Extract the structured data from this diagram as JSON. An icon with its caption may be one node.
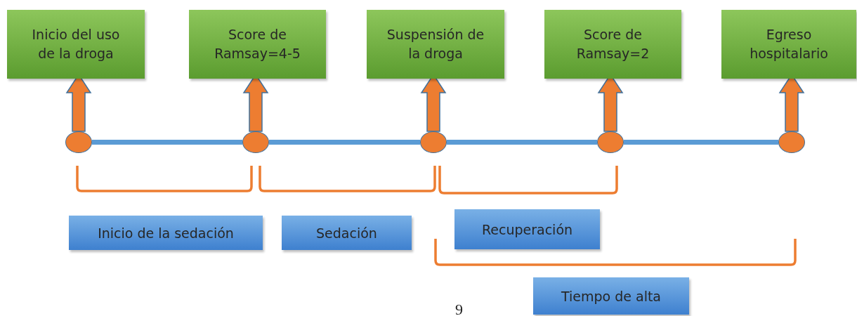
{
  "diagram": {
    "nodes": [
      {
        "text": [
          "Inicio del uso de la droga"
        ]
      },
      {
        "text": [
          "Score de Ramsay=4-5"
        ]
      },
      {
        "text": [
          "Suspensión de la droga"
        ]
      },
      {
        "text": [
          "Score de Ramsay=2"
        ]
      },
      {
        "text": [
          "Egreso hospitalario"
        ]
      },
      {
        "text": [],
        "shape": "circle"
      },
      {
        "text": [],
        "shape": "circle"
      },
      {
        "text": [],
        "shape": "circle"
      },
      {
        "text": [],
        "shape": "circle"
      },
      {
        "text": [],
        "shape": "circle"
      },
      {
        "text": [
          "Inicio de la sedación"
        ]
      },
      {
        "text": [
          "Sedación"
        ]
      },
      {
        "text": [
          "Recuperación"
        ]
      },
      {
        "text": [
          "Tiempo de alta"
        ]
      }
    ],
    "edges": [
      {
        "from": 5,
        "to": 0,
        "arrow": "to",
        "style": "thick"
      },
      {
        "from": 6,
        "to": 1,
        "arrow": "to",
        "style": "thick"
      },
      {
        "from": 7,
        "to": 2,
        "arrow": "to",
        "style": "thick"
      },
      {
        "from": 8,
        "to": 3,
        "arrow": "to",
        "style": "thick"
      },
      {
        "from": 9,
        "to": 4,
        "arrow": "to",
        "style": "thick"
      },
      {
        "from": 5,
        "to": 6,
        "arrow": "none",
        "color": "#5b9bd5"
      },
      {
        "from": 6,
        "to": 7,
        "arrow": "none",
        "color": "#5b9bd5"
      },
      {
        "from": 7,
        "to": 8,
        "arrow": "none",
        "color": "#5b9bd5"
      },
      {
        "from": 8,
        "to": 9,
        "arrow": "none",
        "color": "#5b9bd5"
      }
    ],
    "labels": [
      "9"
    ]
  }
}
